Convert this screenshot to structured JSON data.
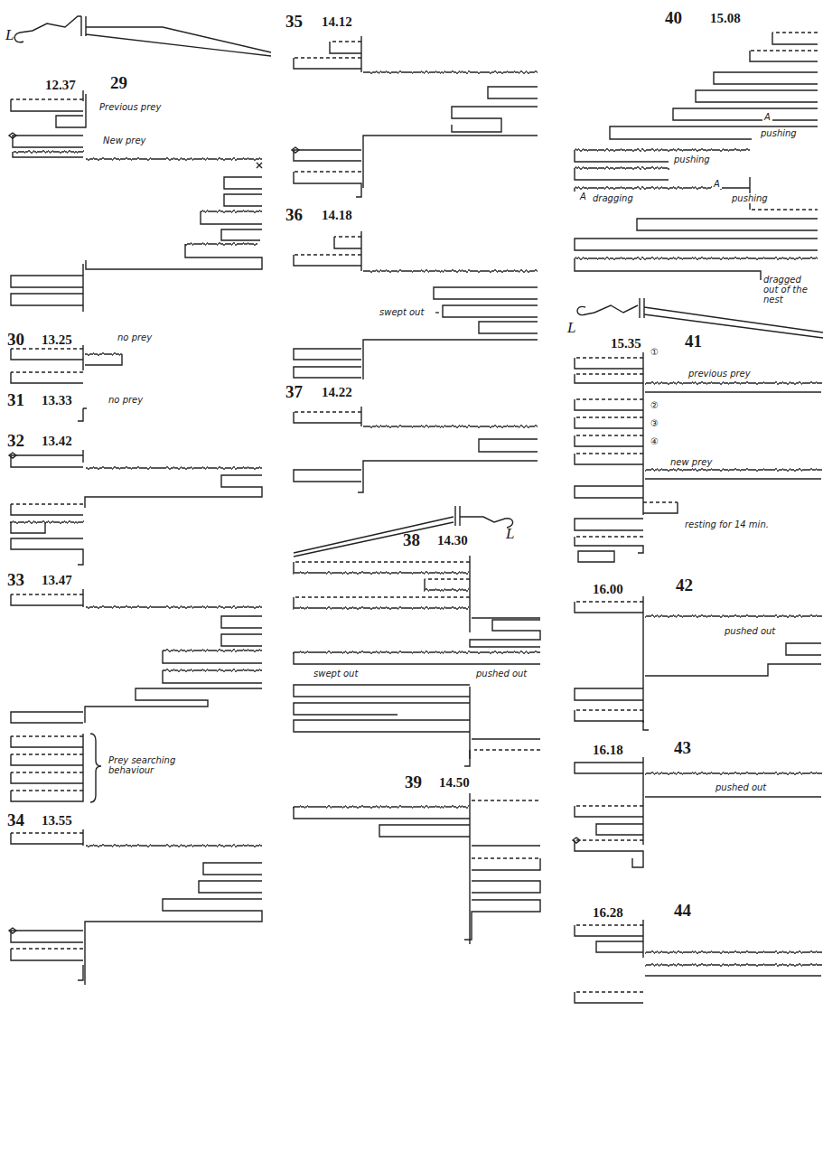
{
  "diagram": {
    "labels": [
      "L",
      "12.37",
      "29",
      "Previous prey",
      "New prey",
      "30",
      "13.25",
      "no prey",
      "31",
      "13.33",
      "no prey",
      "32",
      "13.42",
      "33",
      "13.47",
      "Prey searching behaviour",
      "34",
      "13.55",
      "35",
      "14.12",
      "36",
      "14.18",
      "swept out",
      "37",
      "14.22",
      "L",
      "38",
      "14.30",
      "swept out",
      "pushed out",
      "39",
      "14.50",
      "40",
      "15.08",
      "A",
      "pushing",
      "pushing",
      "A",
      "dragging",
      "A",
      "pushing",
      "dragged out of the nest",
      "L",
      "15.35",
      "41",
      "①",
      "previous prey",
      "②",
      "③",
      "④",
      "new prey",
      "resting for 14 min.",
      "16.00",
      "42",
      "pushed out",
      "16.18",
      "43",
      "pushed out",
      "16.28",
      "44"
    ]
  }
}
